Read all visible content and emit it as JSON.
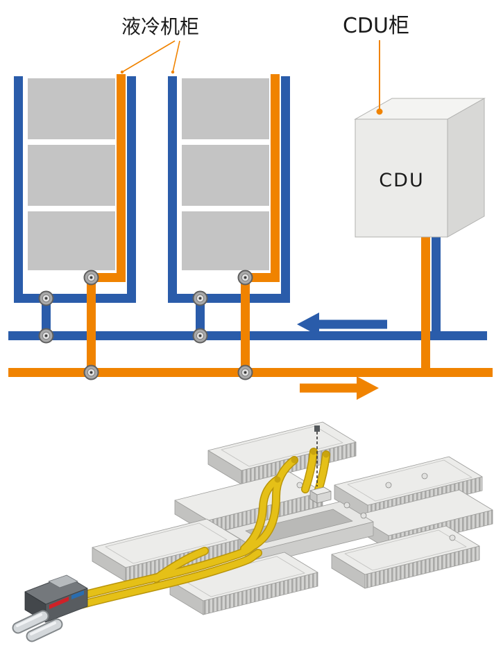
{
  "labels": {
    "liquid_cooling_cabinet": "液冷机柜",
    "cdu_cabinet": "CDU柜",
    "cdu": "CDU"
  },
  "flow": {
    "blue_pipe_direction": "left",
    "orange_pipe_direction": "right"
  },
  "colors": {
    "pipe_blue": "#2a5caa",
    "pipe_orange": "#f08300",
    "server_block_gray": "#c4c4c4",
    "cdu_body_gray": "#ebebe9",
    "coolant_tube_yellow": "#e5c017",
    "connector_red": "#cf2127",
    "connector_blue": "#2a6db0"
  }
}
